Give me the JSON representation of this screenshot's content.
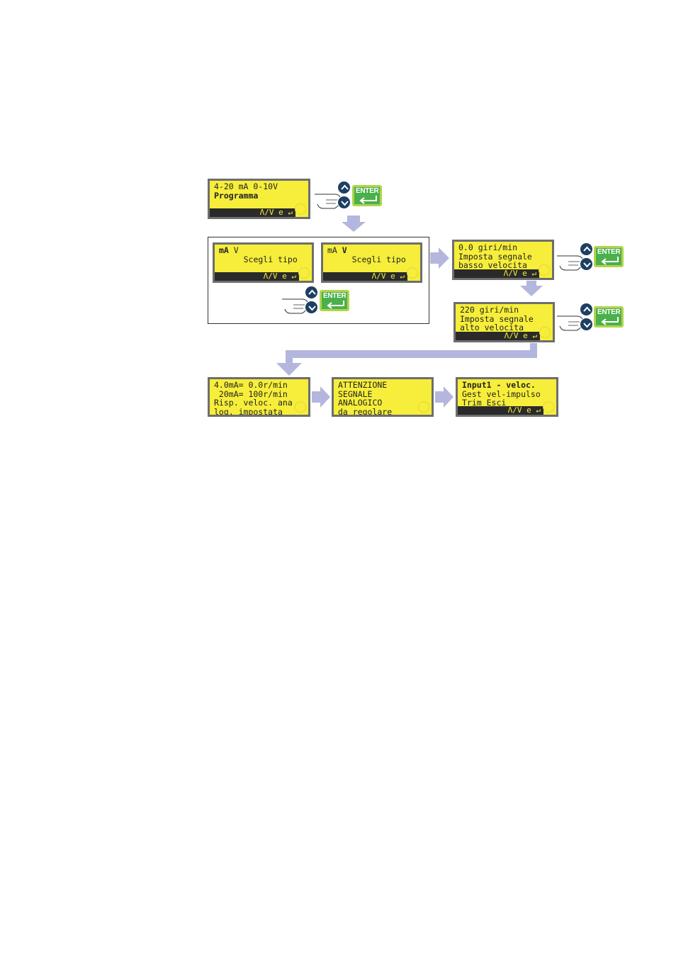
{
  "screens": [
    {
      "id": "s1",
      "lines": [
        "4-20 mA 0-10V",
        "Programma"
      ],
      "bold": [
        false,
        true
      ],
      "bar": "Λ/V e ↵"
    },
    {
      "id": "s2",
      "lines": [
        "mA V",
        "     Scegli tipo"
      ],
      "bold": [
        false,
        false
      ],
      "bar": "Λ/V e ↵"
    },
    {
      "id": "s3",
      "lines": [
        "mA V",
        "     Scegli tipo"
      ],
      "bold": [
        false,
        false
      ],
      "bar": "Λ/V e ↵"
    },
    {
      "id": "s4",
      "lines": [
        "0.0 giri/min",
        "Imposta segnale",
        "basso velocita"
      ],
      "bold": [
        false,
        false,
        false
      ],
      "bar": "Λ/V e ↵"
    },
    {
      "id": "s5",
      "lines": [
        "220 giri/min",
        "Imposta segnale",
        "alto velocita"
      ],
      "bold": [
        false,
        false,
        false
      ],
      "bar": "Λ/V e ↵"
    },
    {
      "id": "s6",
      "lines": [
        "4.0mA= 0.0r/min",
        " 20mA= 100r/min",
        "Risp. veloc. ana",
        "log. impostata"
      ],
      "bold": [
        false,
        false,
        false,
        false
      ],
      "bar": ""
    },
    {
      "id": "s7",
      "lines": [
        "ATTENZIONE",
        "SEGNALE",
        "ANALOGICO",
        "da regolare"
      ],
      "bold": [
        false,
        false,
        false,
        false
      ],
      "bar": ""
    },
    {
      "id": "s8",
      "lines": [
        "Input1 - veloc.",
        "Gest vel-impulso",
        "Trim Esci"
      ],
      "bold": [
        true,
        false,
        false
      ],
      "bar": "Λ/V e ↵"
    }
  ],
  "enter_label": "ENTER",
  "colors": {
    "lcd": "#f6ee3a",
    "arrow": "#b4b6de",
    "nav_button": "#1d3f63",
    "enter_key": "#4bb04b"
  }
}
